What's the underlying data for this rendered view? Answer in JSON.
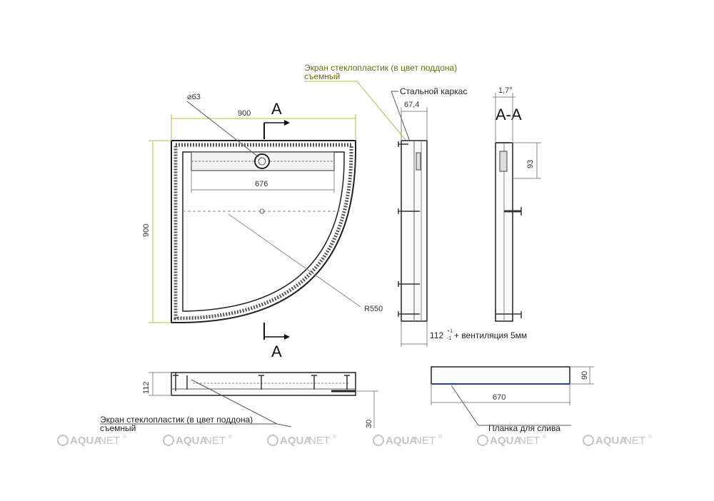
{
  "labels": {
    "screen_top_line1": "Экран стеклопластик (в цвет поддона)",
    "screen_top_line2": "съемный",
    "steel_frame": "Стальной каркас",
    "section_letter_top": "A",
    "section_letter_bottom": "A",
    "section_title": "A-A",
    "screen_bottom_line1": "Экран стеклопластик (в цвет поддона)",
    "screen_bottom_line2": "съемный",
    "drain_strip": "Планка для слива",
    "ventilation": "+ вентиляция 5мм"
  },
  "dimensions": {
    "diameter": "⌀63",
    "width": "900",
    "height": "900",
    "inner_width": "676",
    "radius": "R550",
    "side_67": "67,4",
    "angle": "1,7°",
    "depth_93": "93",
    "height_112": "112",
    "tol_plus": "+1",
    "tol_minus": "-1",
    "bottom_112": "112",
    "bottom_30": "30",
    "strip_670": "670",
    "strip_90": "90"
  },
  "watermark": {
    "brand_bold": "AQUA",
    "brand_thin": "NET",
    "reg": "®"
  },
  "colors": {
    "olive_dim": "#b8b84a",
    "olive_text": "#6b6b12",
    "line": "#333333",
    "blue": "#2a3f8f",
    "watermark": "#c4c4c4"
  }
}
